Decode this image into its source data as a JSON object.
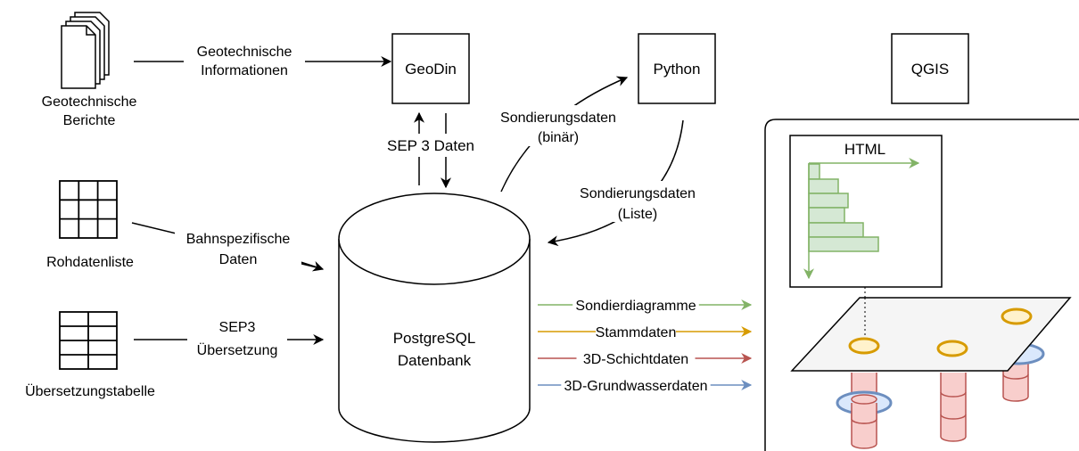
{
  "sources": {
    "reports_label_line1": "Geotechnische",
    "reports_label_line2": "Berichte",
    "rawlist_label": "Rohdatenliste",
    "translation_label": "Übersetzungstabelle"
  },
  "edges": {
    "geo_info_line1": "Geotechnische",
    "geo_info_line2": "Informationen",
    "bahn_line1": "Bahnspezifische",
    "bahn_line2": "Daten",
    "sep3_line1": "SEP3",
    "sep3_line2": "Übersetzung",
    "sep3_daten": "SEP 3 Daten",
    "sond_bin_line1": "Sondierungsdaten",
    "sond_bin_line2": "(binär)",
    "sond_list_line1": "Sondierungsdaten",
    "sond_list_line2": "(Liste)"
  },
  "boxes": {
    "geodin": "GeoDin",
    "python": "Python",
    "qgis": "QGIS",
    "html": "HTML"
  },
  "database": {
    "line1": "PostgreSQL",
    "line2": "Datenbank"
  },
  "outputs": [
    {
      "label": "Sondierdiagramme",
      "color": "#82b366"
    },
    {
      "label": "Stammdaten",
      "color": "#d79b00"
    },
    {
      "label": "3D-Schichtdaten",
      "color": "#b85450"
    },
    {
      "label": "3D-Grundwasserdaten",
      "color": "#6c8ebf"
    }
  ],
  "colors": {
    "histogram_fill": "#d5e8d4",
    "histogram_stroke": "#82b366",
    "ring_orange": "#d79b00",
    "ring_orange_fill": "#fff2cc",
    "ring_blue": "#6c8ebf",
    "ring_blue_fill": "#dae8fc",
    "pillar_fill": "#f8cecc",
    "pillar_stroke": "#b85450"
  }
}
